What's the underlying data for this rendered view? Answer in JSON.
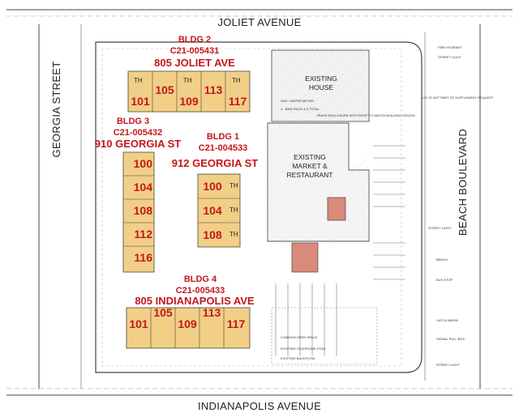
{
  "streets": {
    "north": "JOLIET AVENUE",
    "south": "INDIANAPOLIS AVENUE",
    "west": "GEORGIA STREET",
    "east": "BEACH BOULEVARD"
  },
  "existing": {
    "house": [
      "EXISTING",
      "HOUSE"
    ],
    "market": [
      "EXISTING",
      "MARKET &",
      "RESTAURANT"
    ]
  },
  "buildings": [
    {
      "label": "BLDG 2",
      "permit": "C21-005431",
      "address": "805 JOLIET AVE",
      "units": [
        "101",
        "105",
        "109",
        "113",
        "117"
      ]
    },
    {
      "label": "BLDG 3",
      "permit": "C21-005432",
      "address": "910 GEORGIA ST",
      "units": [
        "100",
        "104",
        "108",
        "112",
        "116"
      ]
    },
    {
      "label": "BLDG 1",
      "permit": "C21-004533",
      "address": "912 GEORGIA ST",
      "units": [
        "100",
        "104",
        "108"
      ]
    },
    {
      "label": "BLDG 4",
      "permit": "C21-005433",
      "address": "805 INDIANAPOLIS AVE",
      "units": [
        "101",
        "105",
        "109",
        "113",
        "117"
      ]
    }
  ],
  "unit_tag": "TH",
  "notes": {
    "bike_rack": "4 - BIKE RACK & 3 TOTAL",
    "trash_enclosure": "TRASH ENCLOSURE WITH ROOF TO MATCH BUILDING DESIGN",
    "gas_meter": "GAS / WATER METER",
    "lot_note": "LOT IS NOT PART OF SUFFLEMENT REQUEST",
    "street_light": "STREET LIGHT",
    "bench": "BENCH",
    "bus_stop": "BUS STOP",
    "catch_basin": "CATCH BASIN",
    "pull_box": "SIGNAL PULL BOX",
    "fire_hydrant": "FIRE HYDRANT",
    "common_open": "COMMON OPEN SPACE",
    "telephone_pole": "EXISTING TELEPHONE POLE",
    "backflow": "EXISTING BACKFLOW"
  },
  "colors": {
    "unit_fill": "#f2cf86",
    "label_red": "#c4161c",
    "brick": "#d98a7a",
    "line": "#555555"
  }
}
